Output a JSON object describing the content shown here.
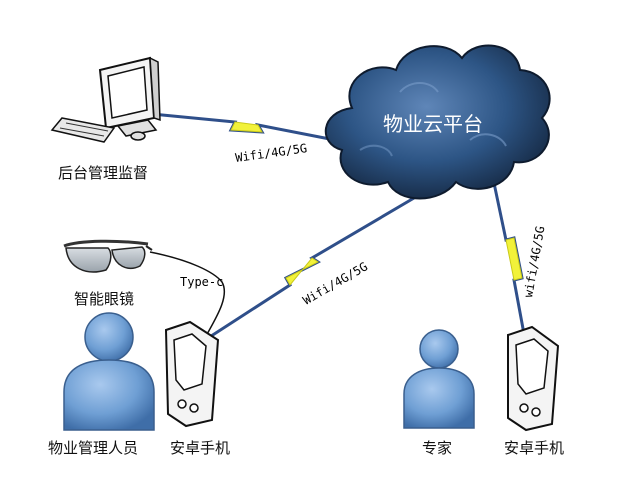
{
  "cloud": {
    "label": "物业云平台"
  },
  "nodes": {
    "monitor": {
      "label": "后台管理监督",
      "icon": "desktop-computer-icon"
    },
    "glasses": {
      "label": "智能眼镜",
      "icon": "smart-glasses-icon"
    },
    "staff": {
      "label": "物业管理人员",
      "icon": "person-icon"
    },
    "phone_left": {
      "label": "安卓手机",
      "icon": "android-phone-icon"
    },
    "expert": {
      "label": "专家",
      "icon": "person-icon"
    },
    "phone_right": {
      "label": "安卓手机",
      "icon": "android-phone-icon"
    }
  },
  "links": {
    "monitor_cloud": "Wifi/4G/5G",
    "phone_cloud": "Wifi/4G/5G",
    "cloud_phone_right": "wifi/4G/5G",
    "glasses_phone": "Type-c"
  },
  "colors": {
    "link_line": "#2f4f8a",
    "lightning": "#f2f23a",
    "cloud": "#254a78",
    "person": "#6f9fd4"
  }
}
